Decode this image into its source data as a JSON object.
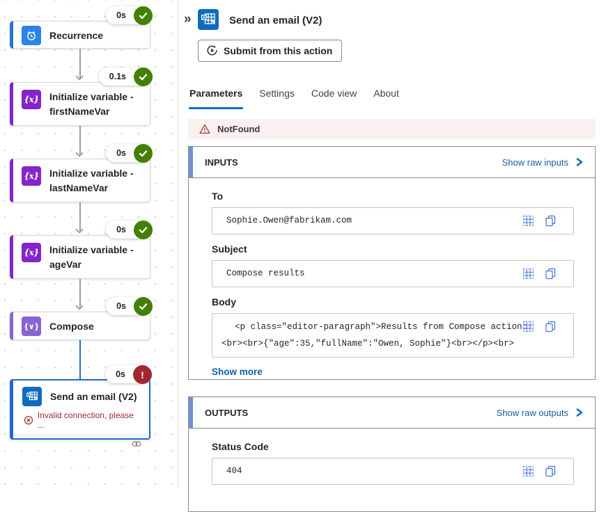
{
  "flow": {
    "nodes": [
      {
        "label": "Recurrence",
        "duration": "0s",
        "status": "success"
      },
      {
        "label": "Initialize variable - firstNameVar",
        "duration": "0.1s",
        "status": "success"
      },
      {
        "label": "Initialize variable - lastNameVar",
        "duration": "0s",
        "status": "success"
      },
      {
        "label": "Initialize variable - ageVar",
        "duration": "0s",
        "status": "success"
      },
      {
        "label": "Compose",
        "duration": "0s",
        "status": "success"
      },
      {
        "label": "Send an email (V2)",
        "duration": "0s",
        "status": "error",
        "error_message": "Invalid connection, please ...",
        "error_badge": "!"
      }
    ],
    "icon_glyphs": {
      "initialize_variable": "{x}",
      "compose": "{∨}"
    }
  },
  "panel": {
    "collapse_glyph": "»",
    "title": "Send an email (V2)",
    "submit_label": "Submit from this action",
    "tabs": [
      "Parameters",
      "Settings",
      "Code view",
      "About"
    ],
    "warning": "NotFound",
    "inputs": {
      "heading": "INPUTS",
      "link": "Show raw inputs",
      "to": {
        "label": "To",
        "value": "Sophie.Owen@fabrikam.com"
      },
      "subject": {
        "label": "Subject",
        "value": "Compose results"
      },
      "body": {
        "label": "Body",
        "lines": [
          "<p class=\"editor-paragraph\">Results from Compose action:",
          "<br><br>{\"age\":35,\"fullName\":\"Owen, Sophie\"}<br></p><br>"
        ]
      },
      "show_more": "Show more"
    },
    "outputs": {
      "heading": "OUTPUTS",
      "link": "Show raw outputs",
      "status_code": {
        "label": "Status Code",
        "value": "404"
      }
    }
  },
  "colors": {
    "recurrence_accent": "#2477d4",
    "recurrence_icon": "#2e83e8",
    "variable_accent": "#8424c9",
    "compose_accent": "#8a63d2",
    "selected_blue": "#2569d2",
    "success_green": "#428000",
    "error_red": "#a3272e",
    "link_blue": "#115ea3",
    "chevron_blue": "#0f6cbd",
    "card_accent": "#6e93cc",
    "warning_bg": "#fbf0f0"
  }
}
